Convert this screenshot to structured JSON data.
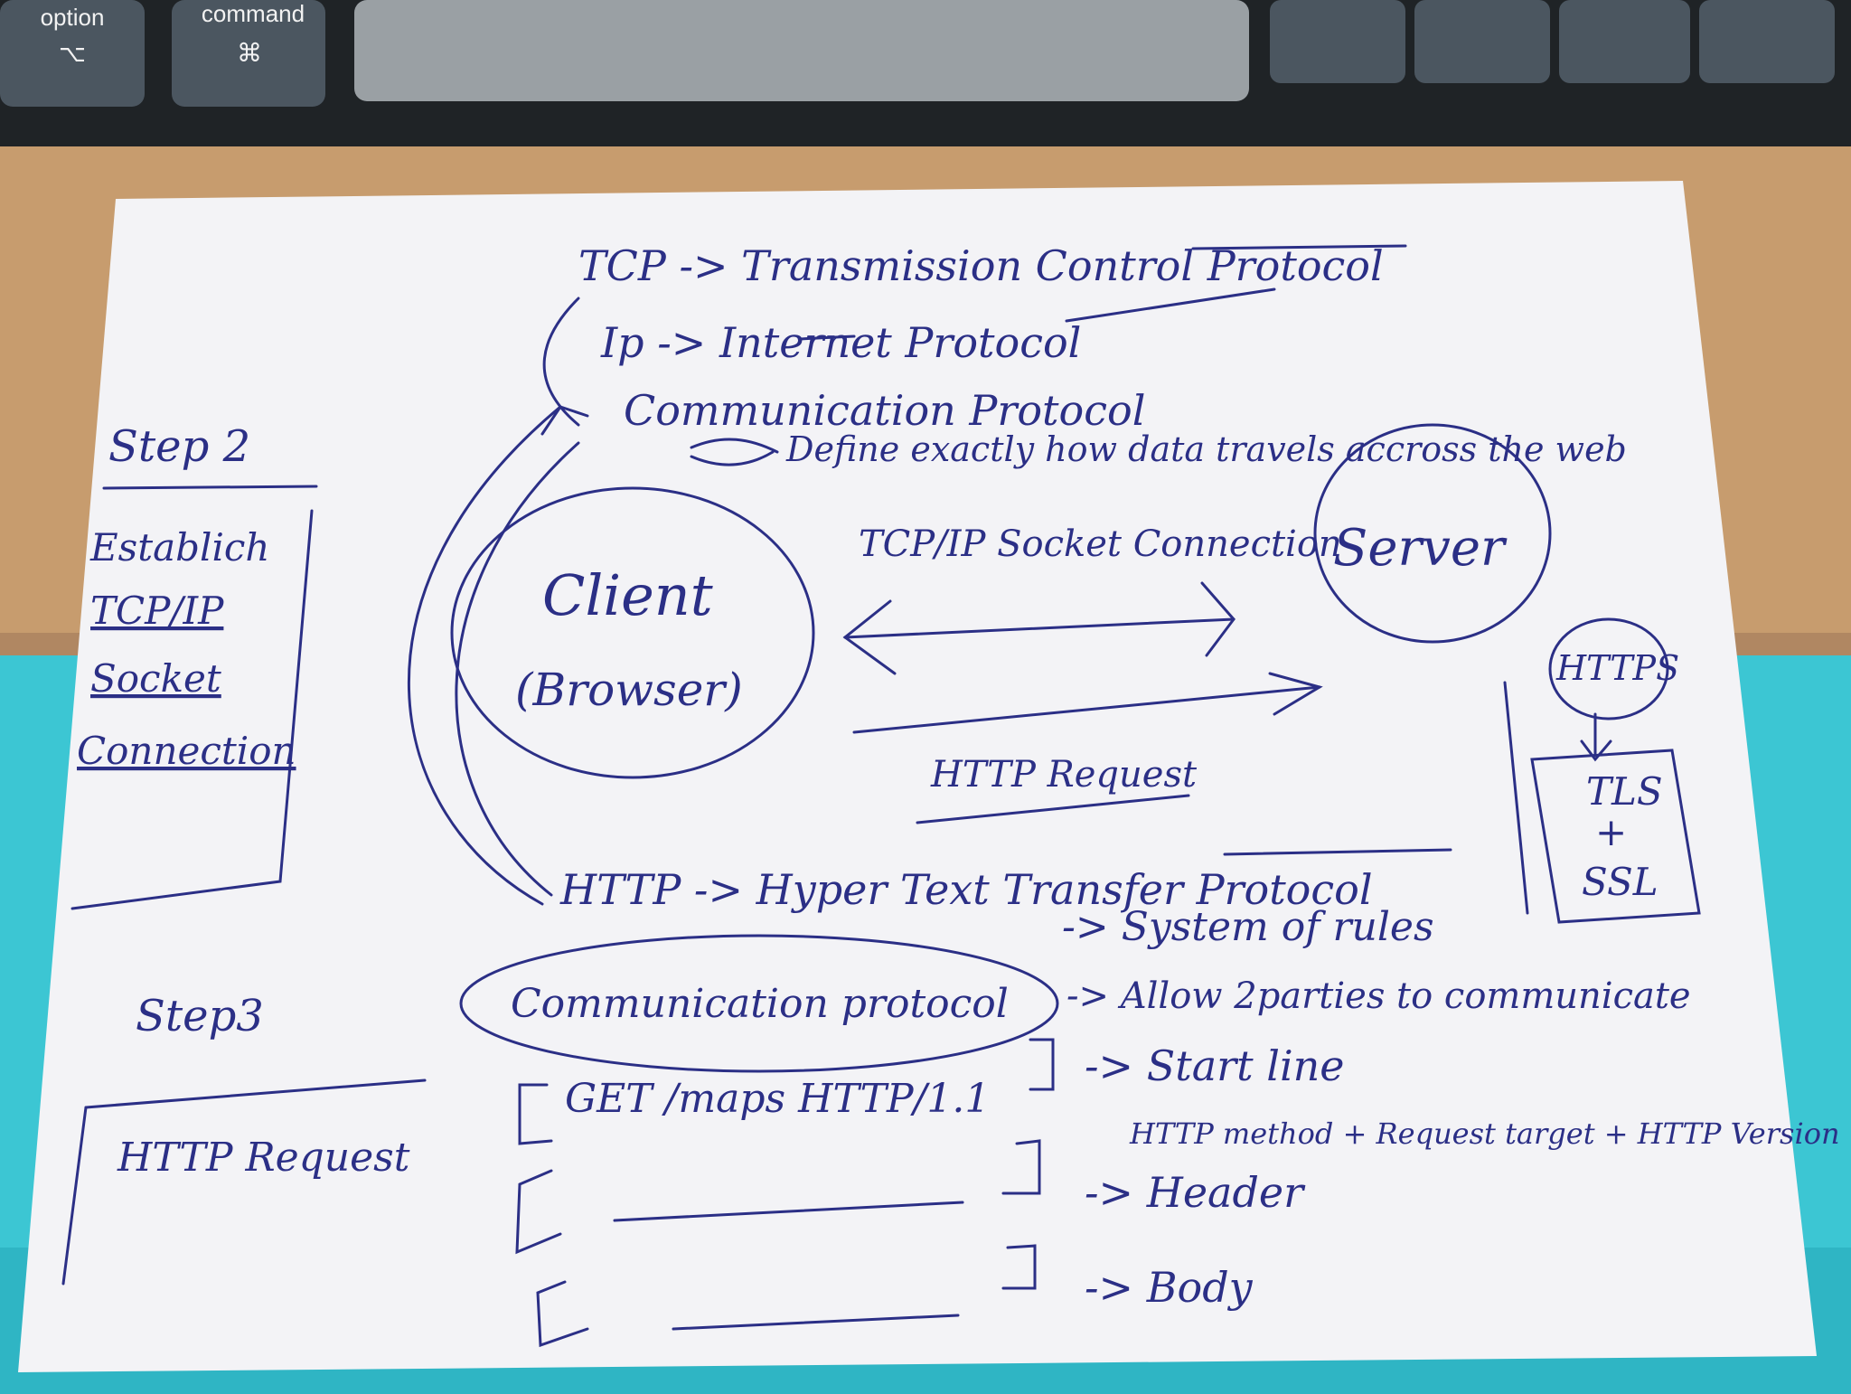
{
  "colors": {
    "desk": "#c79c6e",
    "towel": "#3cc6d3",
    "paper": "#f3f3f6",
    "ink": "#2b2f86",
    "keyboard": "#1f2326",
    "keycap_dark": "#4b5660",
    "keycap_light": "#9aa0a4"
  },
  "keyboard": {
    "option_label": "option",
    "option_symbol": "⌥",
    "command_label": "command",
    "command_symbol": "⌘"
  },
  "notes": {
    "tcp_line": "TCP -> Transmission Control Protocol",
    "ip_line": "Ip -> Internet Protocol",
    "communication_protocol": "Communication Protocol",
    "define_line": "Define exactly how data travels accross the web",
    "step2_title": "Step 2",
    "step2_body": [
      "Establich",
      "TCP/IP",
      "Socket",
      "Connection"
    ],
    "client_label": "Client",
    "client_sublabel": "(Browser)",
    "server_label": "Server",
    "socket_connection": "TCP/IP Socket Connection",
    "http_request_arrow": "HTTP Request",
    "https_label": "HTTPS",
    "tls_lines": [
      "TLS",
      "+",
      "SSL"
    ],
    "http_line": "HTTP -> Hyper Text Transfer Protocol",
    "comm_protocol_oval": "Communication protocol",
    "system_of_rules": "-> System of rules",
    "allow_parties": "-> Allow 2parties to communicate",
    "step3_title": "Step3",
    "http_request_box": "HTTP Request",
    "start_line_content": "GET /maps HTTP/1.1",
    "start_line_label": "-> Start line",
    "start_line_detail": "HTTP method + Request target + HTTP Version",
    "header_label": "-> Header",
    "body_label": "-> Body"
  }
}
